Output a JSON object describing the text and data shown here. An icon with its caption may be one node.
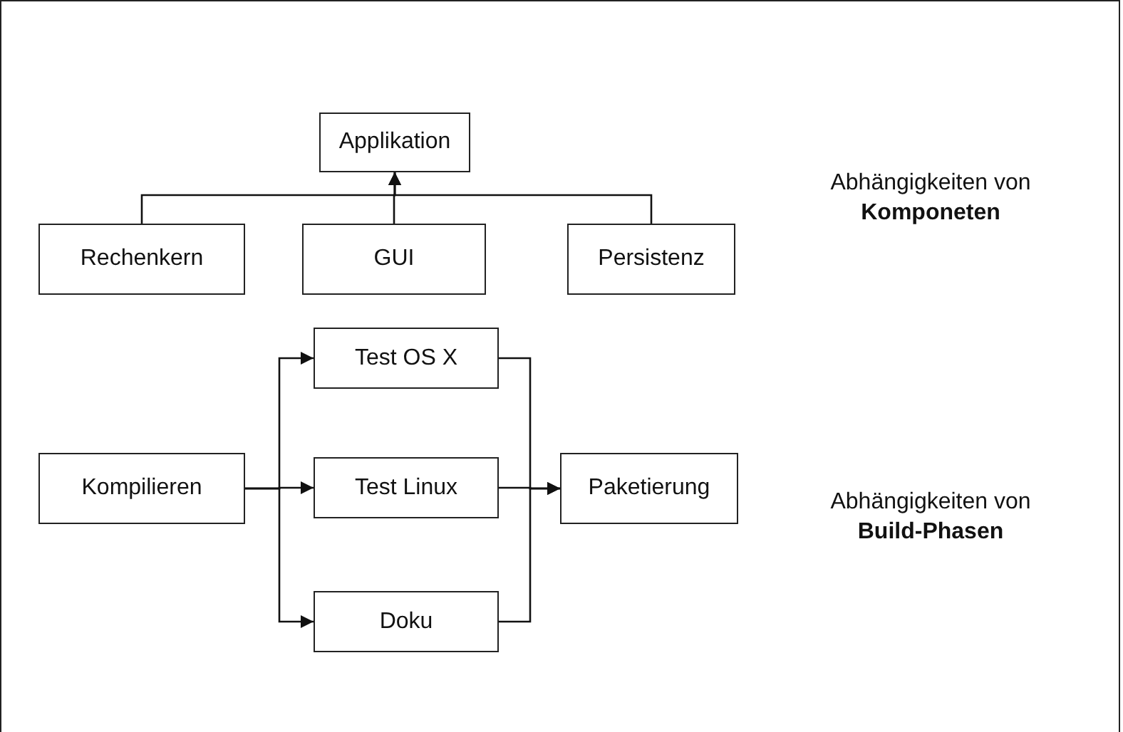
{
  "diagram": {
    "nodes": [
      {
        "text": [
          "Applikation"
        ]
      },
      {
        "text": [
          "Rechenkern"
        ]
      },
      {
        "text": [
          "GUI"
        ]
      },
      {
        "text": [
          "Persistenz"
        ]
      },
      {
        "text": [
          "Kompilieren"
        ]
      },
      {
        "text": [
          "Test OS X"
        ]
      },
      {
        "text": [
          "Test Linux"
        ]
      },
      {
        "text": [
          "Doku"
        ]
      },
      {
        "text": [
          "Paketierung"
        ]
      }
    ],
    "edges": [
      {
        "from": 1,
        "to": 0,
        "arrow": "to"
      },
      {
        "from": 2,
        "to": 0,
        "arrow": "to"
      },
      {
        "from": 3,
        "to": 0,
        "arrow": "to"
      },
      {
        "from": 4,
        "to": 5,
        "arrow": "to"
      },
      {
        "from": 4,
        "to": 6,
        "arrow": "to"
      },
      {
        "from": 4,
        "to": 7,
        "arrow": "to"
      },
      {
        "from": 5,
        "to": 8,
        "arrow": "to"
      },
      {
        "from": 6,
        "to": 8,
        "arrow": "to"
      },
      {
        "from": 7,
        "to": 8,
        "arrow": "to"
      }
    ],
    "labels": [
      "Abhängigkeiten von **Komponeten**",
      "Abhängigkeiten von **Build-Phasen**"
    ]
  }
}
